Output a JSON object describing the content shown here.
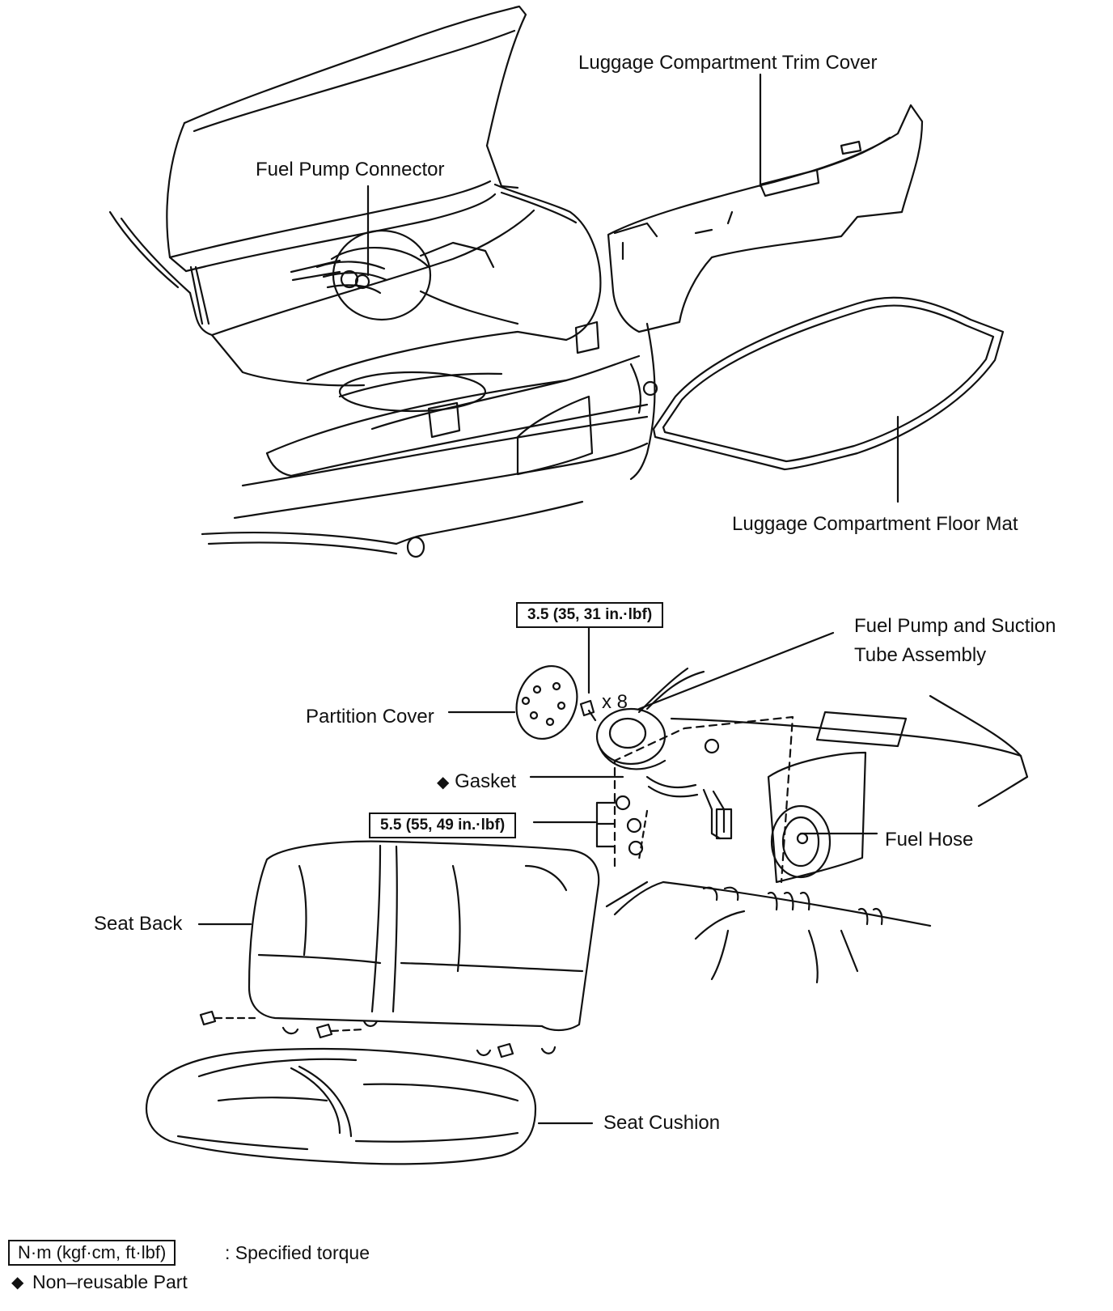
{
  "labels": {
    "trim_cover": "Luggage Compartment Trim Cover",
    "fuel_pump_connector": "Fuel Pump Connector",
    "floor_mat": "Luggage Compartment Floor Mat",
    "fuel_pump_assembly_line1": "Fuel Pump and Suction",
    "fuel_pump_assembly_line2": "Tube Assembly",
    "partition_cover": "Partition Cover",
    "bolt_count": "x 8",
    "gasket": "Gasket",
    "fuel_hose": "Fuel Hose",
    "seat_back": "Seat Back",
    "seat_cushion": "Seat Cushion"
  },
  "torque": {
    "upper": "3.5 (35, 31 in.·lbf)",
    "lower": "5.5 (55, 49 in.·lbf)"
  },
  "legend": {
    "torque_box": "N·m (kgf·cm, ft·lbf)",
    "torque_text": ": Specified torque",
    "nonreusable_text": "Non–reusable Part"
  },
  "symbols": {
    "nonreusable": "◆"
  }
}
